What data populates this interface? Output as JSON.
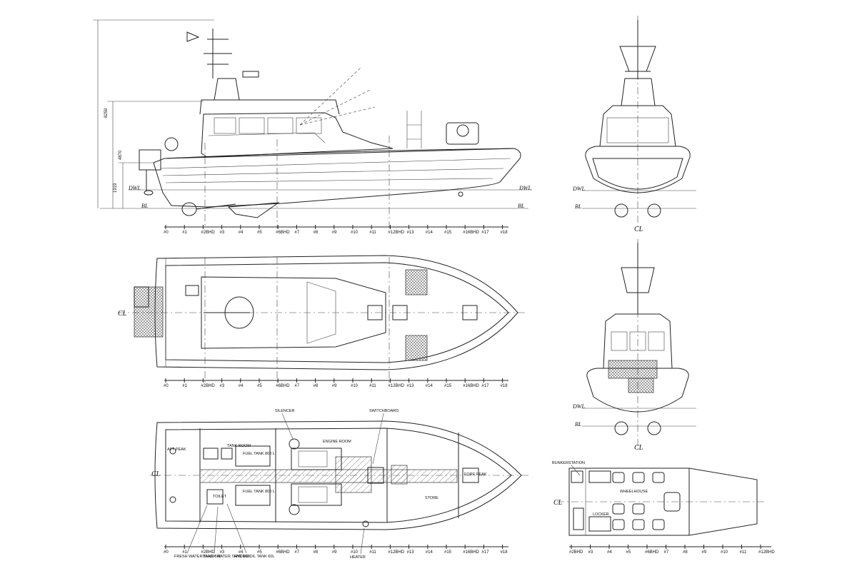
{
  "frames": [
    "#0",
    "#1",
    "#2BHD",
    "#3",
    "#4",
    "#5",
    "#6BHD",
    "#7",
    "#8",
    "#9",
    "#10",
    "#11",
    "#12BHD",
    "#13",
    "#14",
    "#15",
    "#16BHD",
    "#17",
    "#18"
  ],
  "wheelhouse_frames": [
    "#2BHD",
    "#3",
    "#4",
    "#5",
    "#6BHD",
    "#7",
    "#8",
    "#9",
    "#10",
    "#11",
    "#12BHD"
  ],
  "references": {
    "dwl": "DWL",
    "bl": "BL",
    "cl": "CL"
  },
  "dimensions": {
    "overall_height": "8259",
    "wheelhouse_height": "4870",
    "draught": "1919"
  },
  "labels": {
    "silencer": "SILENCER",
    "switchboard": "SWITCHBOARD",
    "engine_room": "ENGINE ROOM",
    "aft_peak": "AFT PEAK",
    "tank_room": "TANK ROOM",
    "fuel_tank_upper": "FUEL TANK 800 L",
    "fuel_tank_lower": "FUEL TANK 800 L",
    "toilet": "TOILET",
    "store": "STORE",
    "fore_peak": "FORE PEAK",
    "heater": "HEATER",
    "fresh_water": "FRESH WATER TANK 50L",
    "black_water": "BLACK WATER TANK 160L",
    "hydro_oil": "HYDRO OIL TANK 60L",
    "bunker_station": "BUNKERSTATION",
    "wheelhouse": "WHEELHOUSE",
    "locker": "LOCKER"
  },
  "colors": {
    "line": "#222222",
    "background": "#ffffff"
  }
}
